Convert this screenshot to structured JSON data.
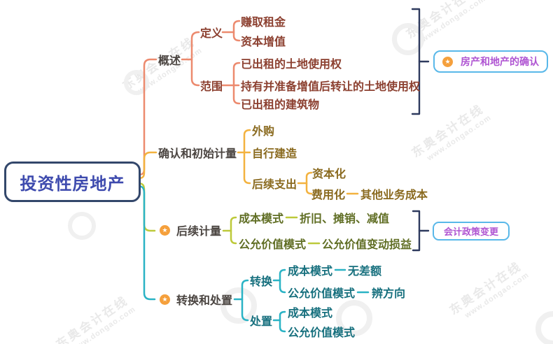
{
  "root": {
    "label": "投资性房地产"
  },
  "overview": {
    "label": "概述",
    "definition": {
      "label": "定义",
      "items": [
        {
          "label": "赚取租金"
        },
        {
          "label": "资本增值"
        }
      ]
    },
    "scope": {
      "label": "范围",
      "items": [
        {
          "label": "已出租的土地使用权"
        },
        {
          "label": "持有并准备增值后转让的土地使用权"
        },
        {
          "label": "已出租的建筑物"
        }
      ]
    },
    "note": {
      "label": "房产和地产的确认",
      "icon": "star"
    }
  },
  "initial": {
    "label": "确认和初始计量",
    "items": [
      {
        "label": "外购"
      },
      {
        "label": "自行建造"
      }
    ],
    "subsequent_expenditure": {
      "label": "后续支出",
      "capitalize": {
        "label": "资本化"
      },
      "expense": {
        "label": "费用化",
        "detail": "其他业务成本"
      }
    }
  },
  "subsequent": {
    "label": "后续计量",
    "icon": "star",
    "cost_mode": {
      "label": "成本模式",
      "detail": "折旧、摊销、减值"
    },
    "fair_mode": {
      "label": "公允价值模式",
      "detail": "公允价值变动损益"
    },
    "note": {
      "label": "会计政策变更"
    }
  },
  "transfer_disposal": {
    "label": "转换和处置",
    "icon": "star",
    "transfer": {
      "label": "转换",
      "cost_mode": {
        "label": "成本模式",
        "detail": "无差额"
      },
      "fair_mode": {
        "label": "公允价值模式",
        "detail": "辨方向"
      }
    },
    "disposal": {
      "label": "处置",
      "cost_mode": {
        "label": "成本模式"
      },
      "fair_mode": {
        "label": "公允价值模式"
      }
    }
  },
  "watermark": {
    "brand": "东奥会计在线",
    "site": "www.dongao.com"
  },
  "icons": {
    "star_glyph": "★"
  },
  "colors": {
    "root_text": "#3E4BAE",
    "root_border": "#33476B",
    "branch_overview_line": "#EC8A6E",
    "branch_overview_text": "#8C4030",
    "branch_initial_line": "#F3B23F",
    "branch_initial_text": "#8A6A1F",
    "branch_subsequent_line": "#BDC93A",
    "branch_subsequent_text": "#606E24",
    "branch_transfer_line": "#2AB3C5",
    "branch_transfer_text": "#17707E",
    "main_label_text": "#4B4541",
    "bracket": "#2E3A5E",
    "note_border": "#59B8E9",
    "note_text": "#AF54D2",
    "star_bg": "#F5A03C"
  }
}
